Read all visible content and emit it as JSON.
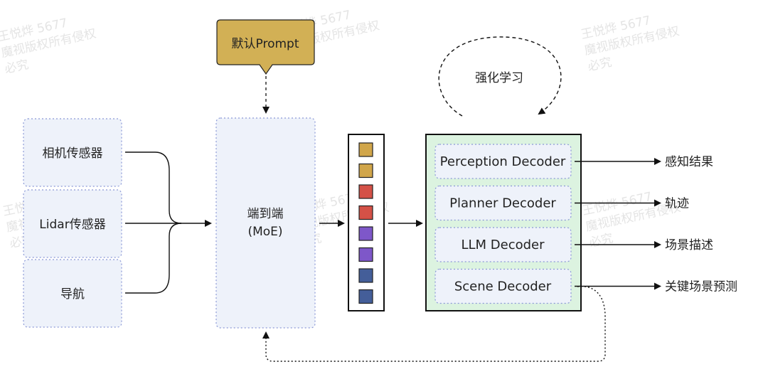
{
  "prompt": {
    "label": "默认Prompt",
    "color": "#d2b055"
  },
  "sensors": [
    {
      "label": "相机传感器"
    },
    {
      "label": "Lidar传感器"
    },
    {
      "label": "导航"
    }
  ],
  "e2e": {
    "line1": "端到端",
    "line2": "(MoE)"
  },
  "rl": {
    "label": "强化学习"
  },
  "tokens": [
    {
      "color": "#d1a64a"
    },
    {
      "color": "#d1a64a"
    },
    {
      "color": "#d45147"
    },
    {
      "color": "#d45147"
    },
    {
      "color": "#7e57c9"
    },
    {
      "color": "#7e57c9"
    },
    {
      "color": "#445e99"
    },
    {
      "color": "#445e99"
    }
  ],
  "decoders": [
    {
      "label": "Perception Decoder",
      "output": "感知结果"
    },
    {
      "label": "Planner Decoder",
      "output": "轨迹"
    },
    {
      "label": "LLM Decoder",
      "output": "场景描述"
    },
    {
      "label": "Scene Decoder",
      "output": "关键场景预测"
    }
  ],
  "watermark": {
    "line1": "王悦烨 5677",
    "line2": "魔视版权所有侵权",
    "line3": "必究"
  },
  "colors": {
    "box_fill": "#eef2fa",
    "box_border": "#8a98d6",
    "decoder_panel": "#dcf3e0"
  }
}
